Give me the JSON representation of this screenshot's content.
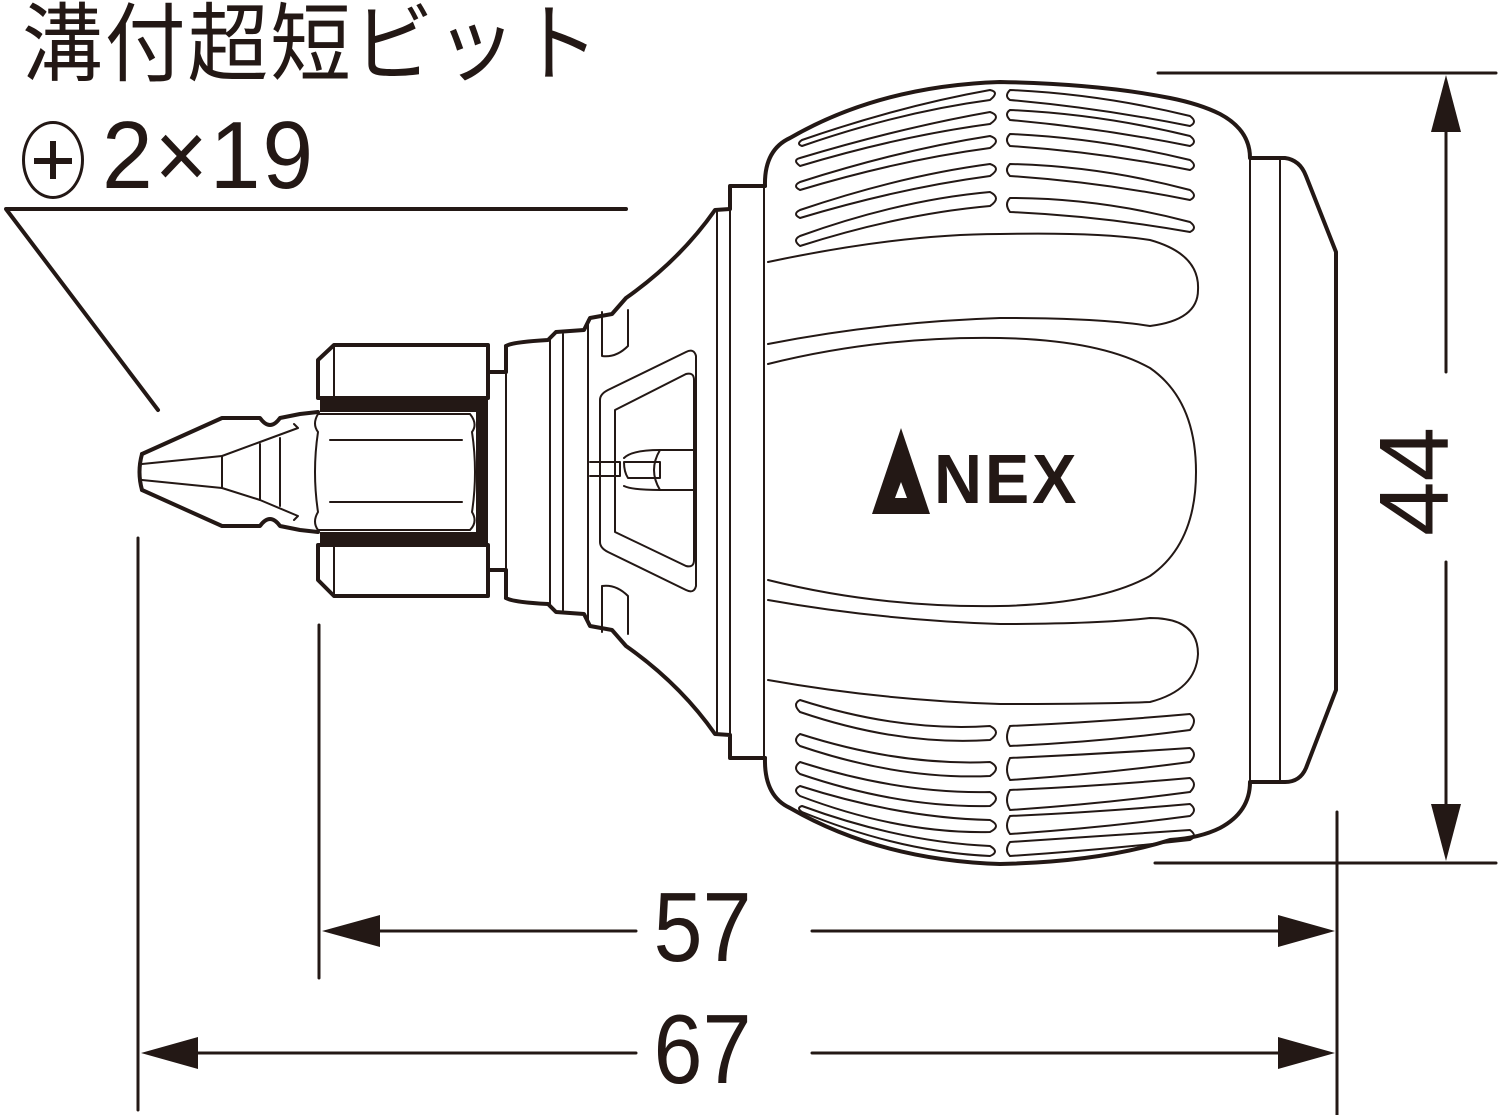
{
  "header": {
    "title": "溝付超短ビット",
    "bit_symbol": "phillips-plus-icon",
    "bit_spec": "2×19"
  },
  "product": {
    "brand": "ANEX",
    "brand_logo_first_letter": "A",
    "brand_logo_rest": "NEX",
    "type": "stubby ratchet screwdriver with short bit",
    "line_color": "#231815",
    "background_color": "#ffffff"
  },
  "dimensions": {
    "unit": "mm",
    "handle_length": {
      "label": "57",
      "value": 57
    },
    "overall_length": {
      "label": "67",
      "value": 67
    },
    "handle_diameter": {
      "label": "44",
      "value": 44
    }
  }
}
